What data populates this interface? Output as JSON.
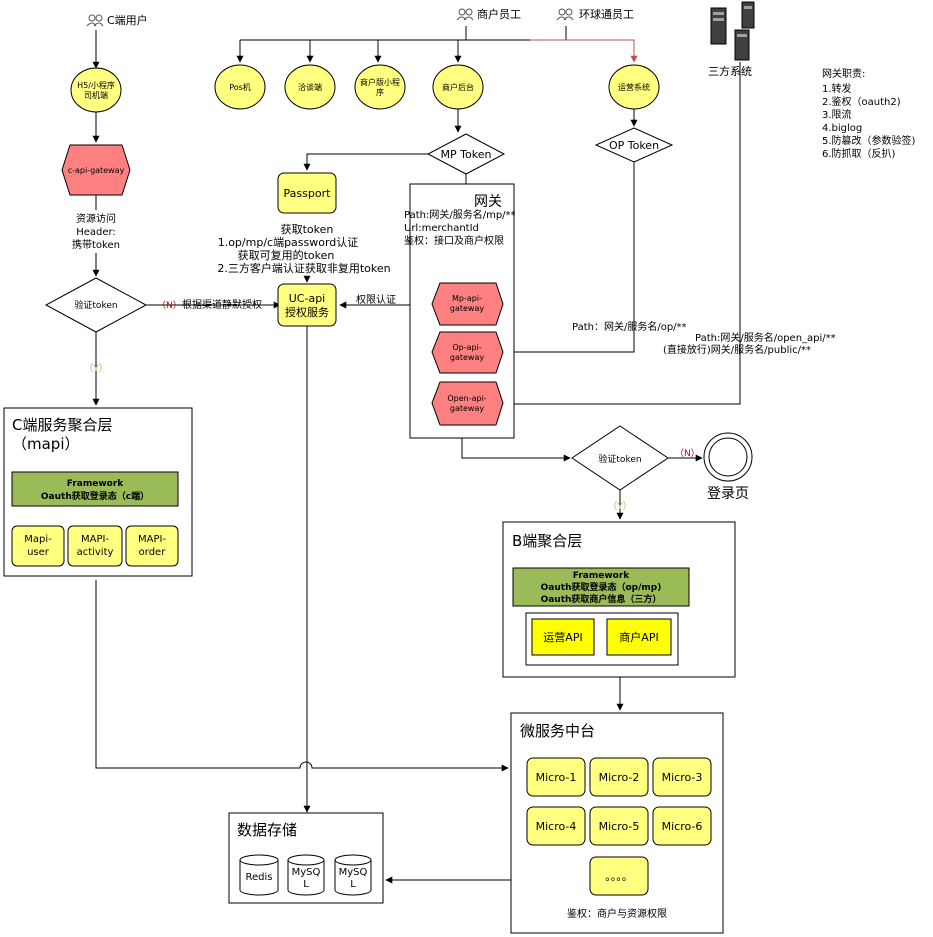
{
  "actors": {
    "c_user": "C端用户",
    "merchant_staff": "商户员工",
    "global_staff": "环球通员工",
    "third_party": "三方系统"
  },
  "gateway_duties": {
    "title": "网关职责:",
    "items": [
      "1.转发",
      "2.鉴权（oauth2)",
      "3.限流",
      "4.biglog",
      "5.防篡改（参数验签)",
      "6.防抓取（反扒)"
    ]
  },
  "clients": {
    "h5": [
      "H5/小程序",
      "司机端"
    ],
    "pos": "Pos机",
    "pad": "洽谈端",
    "merchant_mini": [
      "商户版小程",
      "序"
    ],
    "merchant_backend": "商户后台",
    "ops_system": "运营系统"
  },
  "tokens": {
    "mp": "MP Token",
    "op": "OP Token"
  },
  "c_gateway": "c-api-gateway",
  "resource_access": [
    "资源访问",
    "Header:",
    "携带token"
  ],
  "verify_token": "验证token",
  "no_label": "（N）",
  "yes_label": "（Y）",
  "static_auth_note": "根据渠道静默授权",
  "passport": "Passport",
  "passport_notes": [
    "获取token",
    "1.op/mp/c端password认证",
    "获取可复用的token",
    "2.三方客户端认证获取非复用token"
  ],
  "uc_api": [
    "UC-api",
    "授权服务"
  ],
  "permission_auth": "权限认证",
  "gateway": {
    "title": "网关",
    "notes": [
      "Path:网关/服务名/mp/**",
      "Url:merchantId",
      "鉴权：接口及商户权限"
    ],
    "mp": [
      "Mp-api-",
      "gateway"
    ],
    "op": [
      "Op-api-",
      "gateway"
    ],
    "open": [
      "Open-api-",
      "gateway"
    ]
  },
  "op_path": "Path：网关/服务名/op/**",
  "open_path": [
    "Path:网关/服务名/open_api/**",
    "(直接放行)网关/服务名/public/**"
  ],
  "login_page": "登录页",
  "mapi": {
    "title": "C端服务聚合层",
    "subtitle": "（mapi）",
    "framework": [
      "Framework",
      "Oauth获取登录态（c端）"
    ],
    "modules": [
      [
        "Mapi-",
        "user"
      ],
      [
        "MAPI-",
        "activity"
      ],
      [
        "MAPI-",
        "order"
      ]
    ]
  },
  "b_layer": {
    "title": "B端聚合层",
    "framework": [
      "Framework",
      "Oauth获取登录态（op/mp)",
      "Oauth获取商户信息（三方）"
    ],
    "apis": [
      "运营API",
      "商户API"
    ]
  },
  "micro": {
    "title": "微服务中台",
    "items": [
      "Micro-1",
      "Micro-2",
      "Micro-3",
      "Micro-4",
      "Micro-5",
      "Micro-6",
      "。。。。"
    ],
    "note": "鉴权：商户与资源权限"
  },
  "storage": {
    "title": "数据存储",
    "redis": "Redis",
    "mysql": [
      "MySQ",
      "L"
    ]
  }
}
